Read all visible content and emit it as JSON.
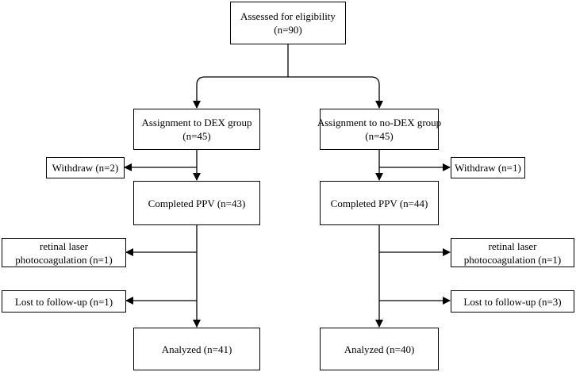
{
  "nodes": {
    "eligibility": {
      "line1": "Assessed for eligibility",
      "line2": "(n=90)"
    },
    "dex_group": {
      "line1": "Assignment to DEX group",
      "line2": "(n=45)"
    },
    "nodex_group": {
      "line1": "Assignment to no-DEX group",
      "line2": "(n=45)"
    },
    "dex_withdraw": {
      "line1": "Withdraw (n=2)"
    },
    "nodex_withdraw": {
      "line1": "Withdraw (n=1)"
    },
    "dex_ppv": {
      "line1": "Completed PPV (n=43)"
    },
    "nodex_ppv": {
      "line1": "Completed PPV (n=44)"
    },
    "dex_laser": {
      "line1": "retinal laser",
      "line2": "photocoagulation (n=1)"
    },
    "nodex_laser": {
      "line1": "retinal laser",
      "line2": "photocoagulation (n=1)"
    },
    "dex_lost": {
      "line1": "Lost to follow-up (n=1)"
    },
    "nodex_lost": {
      "line1": "Lost to follow-up (n=3)"
    },
    "dex_analyzed": {
      "line1": "Analyzed (n=41)"
    },
    "nodex_analyzed": {
      "line1": "Analyzed (n=40)"
    }
  },
  "colors": {
    "stroke": "#000000",
    "background": "#ffffff"
  }
}
